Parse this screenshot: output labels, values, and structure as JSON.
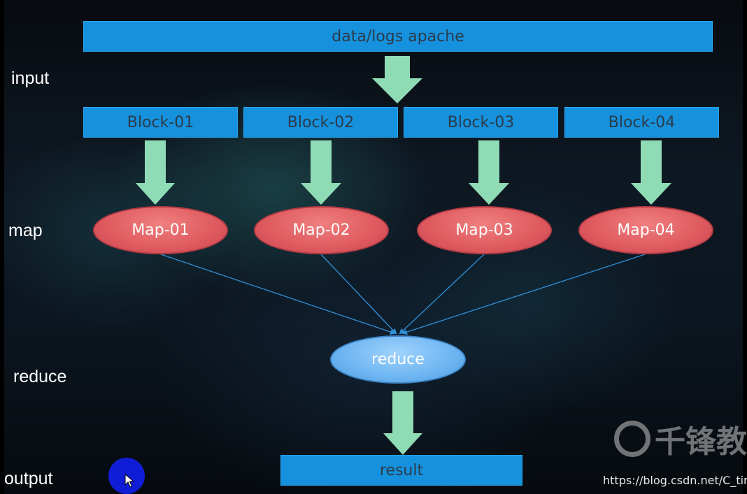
{
  "labels": {
    "input": "input",
    "map": "map",
    "reduce": "reduce",
    "output": "output"
  },
  "source": {
    "label": "data/logs apache"
  },
  "blocks": [
    {
      "label": "Block-01"
    },
    {
      "label": "Block-02"
    },
    {
      "label": "Block-03"
    },
    {
      "label": "Block-04"
    }
  ],
  "maps": [
    {
      "label": "Map-01"
    },
    {
      "label": "Map-02"
    },
    {
      "label": "Map-03"
    },
    {
      "label": "Map-04"
    }
  ],
  "reduce": {
    "label": "reduce"
  },
  "result": {
    "label": "result"
  },
  "watermark": {
    "logo_text": "千锋教",
    "url": "https://blog.csdn.net/C_time"
  },
  "colors": {
    "box": "#1591dd",
    "arrow": "#8fdbb5",
    "map_node": "#e06166",
    "reduce_node": "#6db5f2",
    "cursor_dot": "#0f1ed6"
  },
  "icons": {
    "cursor": "mouse-pointer-icon",
    "logo": "qianfeng-logo-icon"
  }
}
